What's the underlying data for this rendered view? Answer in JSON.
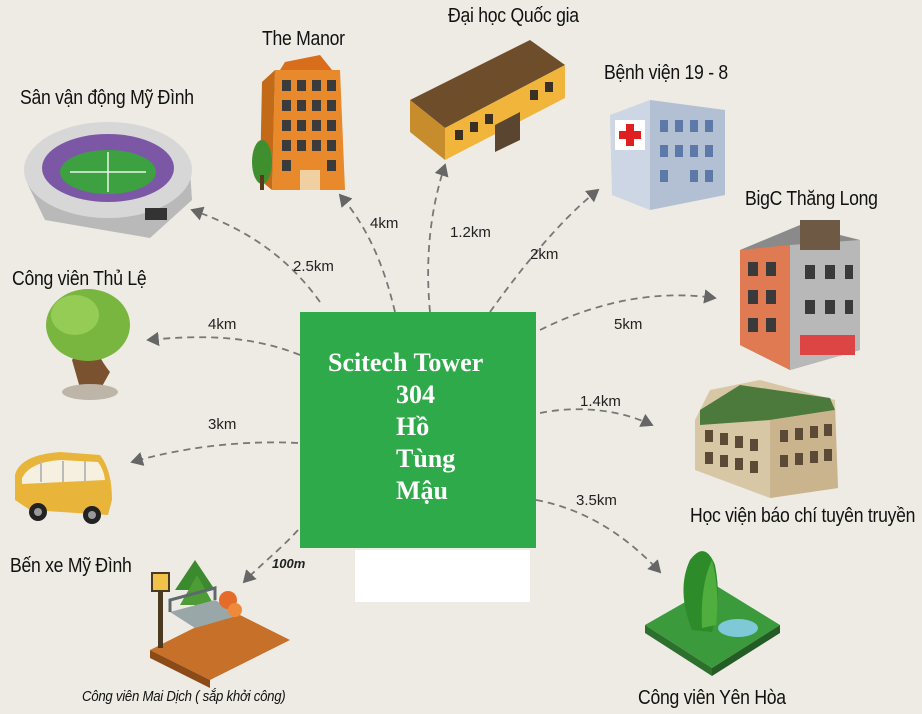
{
  "center": {
    "lines": [
      "Scitech Tower",
      "304",
      "Hồ",
      "Tùng",
      "Mậu"
    ],
    "color": "#2faa4a"
  },
  "destinations": [
    {
      "id": "my-dinh-stadium",
      "label": "Sân vận động Mỹ Đình",
      "distance": "2.5km",
      "icon": "stadium-icon"
    },
    {
      "id": "the-manor",
      "label": "The Manor",
      "distance": "4km",
      "icon": "apartment-building-icon"
    },
    {
      "id": "national-university",
      "label": "Đại học Quốc gia",
      "distance": "1.2km",
      "icon": "university-building-icon"
    },
    {
      "id": "hospital-19-8",
      "label": "Bệnh viện 19 - 8",
      "distance": "2km",
      "icon": "hospital-icon"
    },
    {
      "id": "bigc-thang-long",
      "label": "BigC Thăng Long",
      "distance": "5km",
      "icon": "shopping-mall-icon"
    },
    {
      "id": "thu-le-park",
      "label": "Công viên Thủ Lệ",
      "distance": "4km",
      "icon": "tree-icon"
    },
    {
      "id": "journalism-academy",
      "label": "Học viện báo chí tuyên truyền",
      "distance": "1.4km",
      "icon": "academy-building-icon"
    },
    {
      "id": "my-dinh-bus-station",
      "label": "Bến xe Mỹ Đình",
      "distance": "3km",
      "icon": "bus-icon"
    },
    {
      "id": "yen-hoa-park",
      "label": "Công viên Yên Hòa",
      "distance": "3.5km",
      "icon": "park-trees-icon"
    },
    {
      "id": "mai-dich-park",
      "label": "Công viên Mai Dịch ( sắp khởi công)",
      "distance": "100m",
      "icon": "park-bench-icon"
    }
  ]
}
